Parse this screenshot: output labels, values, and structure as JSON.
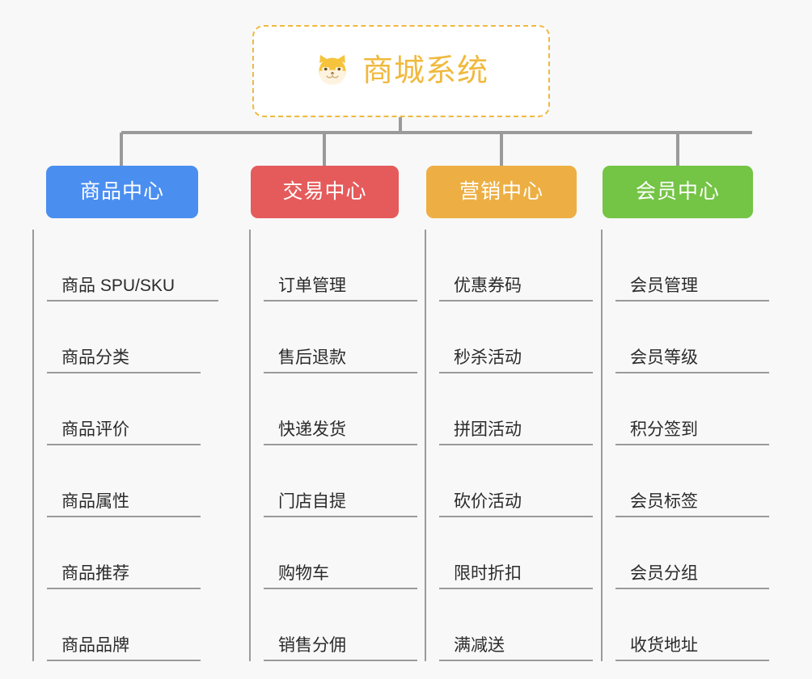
{
  "background_color": "#f8f8f8",
  "root": {
    "title": "商城系统",
    "icon": "shiba-dog-face-icon",
    "border_color": "#f0b93e",
    "text_color": "#f0b93e",
    "background_color": "#ffffff"
  },
  "connector": {
    "color": "#9a9a9a"
  },
  "columns": [
    {
      "title": "商品中心",
      "color": "#4a8ef0",
      "items": [
        {
          "label": "商品 SPU/SKU"
        },
        {
          "label": "商品分类"
        },
        {
          "label": "商品评价"
        },
        {
          "label": "商品属性"
        },
        {
          "label": "商品推荐"
        },
        {
          "label": "商品品牌"
        }
      ]
    },
    {
      "title": "交易中心",
      "color": "#e55b5b",
      "items": [
        {
          "label": "订单管理"
        },
        {
          "label": "售后退款"
        },
        {
          "label": "快递发货"
        },
        {
          "label": "门店自提"
        },
        {
          "label": "购物车"
        },
        {
          "label": "销售分佣"
        }
      ]
    },
    {
      "title": "营销中心",
      "color": "#edaf43",
      "items": [
        {
          "label": "优惠券码"
        },
        {
          "label": "秒杀活动"
        },
        {
          "label": "拼团活动"
        },
        {
          "label": "砍价活动"
        },
        {
          "label": "限时折扣"
        },
        {
          "label": "满减送"
        }
      ]
    },
    {
      "title": "会员中心",
      "color": "#74c445",
      "items": [
        {
          "label": "会员管理"
        },
        {
          "label": "会员等级"
        },
        {
          "label": "积分签到"
        },
        {
          "label": "会员标签"
        },
        {
          "label": "会员分组"
        },
        {
          "label": "收货地址"
        }
      ]
    }
  ]
}
